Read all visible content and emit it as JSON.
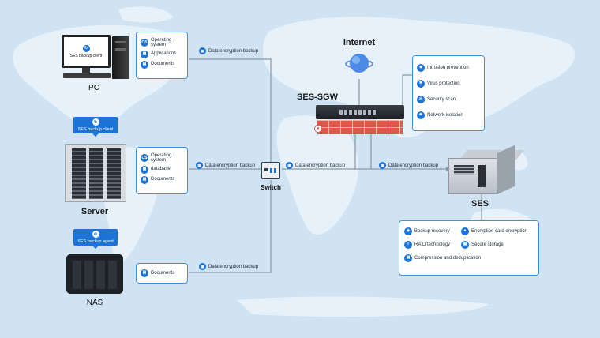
{
  "colors": {
    "accent": "#1d74d6",
    "line": "#8a97a4",
    "background": "#cfe3f3",
    "map": "#e6f1fa"
  },
  "nodes": {
    "pc": {
      "label": "PC",
      "screen_text": "SES backup client",
      "features": [
        {
          "icon": "os-icon",
          "glyph": "OS",
          "text": "Operating system"
        },
        {
          "icon": "apps-icon",
          "glyph": "▦",
          "text": "Applications"
        },
        {
          "icon": "document-icon",
          "glyph": "▤",
          "text": "Documents"
        }
      ]
    },
    "server": {
      "label": "Server",
      "callout": "SES backup client",
      "features": [
        {
          "icon": "os-icon",
          "glyph": "OS",
          "text": "Operating system"
        },
        {
          "icon": "database-icon",
          "glyph": "▦",
          "text": "database"
        },
        {
          "icon": "document-icon",
          "glyph": "▤",
          "text": "Documents"
        }
      ]
    },
    "nas": {
      "label": "NAS",
      "callout": "SES backup agent",
      "features": [
        {
          "icon": "document-icon",
          "glyph": "▤",
          "text": "Documents"
        }
      ]
    },
    "switch": {
      "label": "Switch"
    },
    "internet": {
      "label": "Internet"
    },
    "sgw": {
      "label": "SES-SGW",
      "features": [
        {
          "icon": "shield-icon",
          "glyph": "◈",
          "text": "Intrusion prevention"
        },
        {
          "icon": "virus-icon",
          "glyph": "✱",
          "text": "Virus protection"
        },
        {
          "icon": "scan-icon",
          "glyph": "◎",
          "text": "Security scan"
        },
        {
          "icon": "network-icon",
          "glyph": "⊕",
          "text": "Network isolation"
        }
      ]
    },
    "ses": {
      "label": "SES",
      "features": [
        {
          "icon": "backup-icon",
          "glyph": "◆",
          "text": "Backup recovery"
        },
        {
          "icon": "lock-icon",
          "glyph": "●",
          "text": "Encryption card encryption"
        },
        {
          "icon": "raid-icon",
          "glyph": "≡",
          "text": "RAID technology"
        },
        {
          "icon": "storage-icon",
          "glyph": "▣",
          "text": "Secure storage"
        },
        {
          "icon": "compression-icon",
          "glyph": "▤",
          "text": "Compression and deduplication"
        }
      ]
    }
  },
  "links": {
    "pc": "Data encryption backup",
    "server": "Data encryption backup",
    "nas": "Data encryption backup",
    "switch_out": "Data encryption backup",
    "ses_in": "Data encryption backup"
  }
}
